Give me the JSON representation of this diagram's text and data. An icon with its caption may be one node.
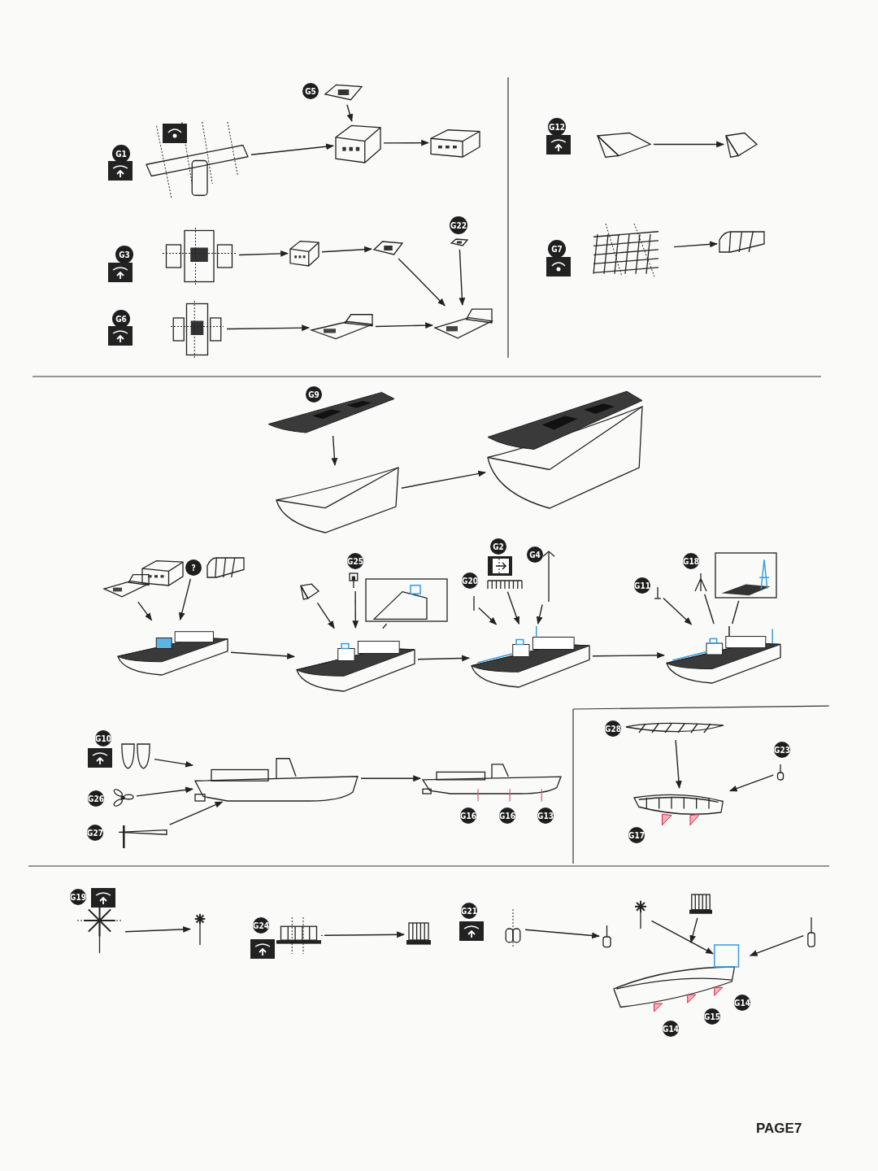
{
  "diagram": {
    "nodes": [
      {
        "text": [
          "G1"
        ]
      },
      {
        "text": [],
        "shape": "picture"
      },
      {
        "text": [],
        "shape": "picture"
      },
      {
        "text": [
          "G5"
        ]
      },
      {
        "text": [],
        "shape": "picture"
      },
      {
        "text": [],
        "shape": "picture"
      },
      {
        "text": [
          "G3"
        ]
      },
      {
        "text": [],
        "shape": "picture"
      },
      {
        "text": [],
        "shape": "picture"
      },
      {
        "text": [],
        "shape": "picture"
      },
      {
        "text": [
          "G22"
        ]
      },
      {
        "text": [],
        "shape": "picture"
      },
      {
        "text": [
          "G6"
        ]
      },
      {
        "text": [],
        "shape": "picture"
      },
      {
        "text": [],
        "shape": "picture"
      },
      {
        "text": [],
        "shape": "picture"
      },
      {
        "text": [
          "G12"
        ]
      },
      {
        "text": [],
        "shape": "picture"
      },
      {
        "text": [],
        "shape": "picture"
      },
      {
        "text": [
          "G7"
        ]
      },
      {
        "text": [],
        "shape": "picture"
      },
      {
        "text": [],
        "shape": "picture"
      },
      {
        "text": [
          "G9"
        ]
      },
      {
        "text": [],
        "shape": "picture"
      },
      {
        "text": [],
        "shape": "picture"
      },
      {
        "text": [],
        "shape": "picture"
      },
      {
        "text": [],
        "shape": "picture"
      },
      {
        "text": [],
        "shape": "picture"
      },
      {
        "text": [
          "?"
        ]
      },
      {
        "text": [],
        "shape": "picture"
      },
      {
        "text": [],
        "shape": "picture"
      },
      {
        "text": [],
        "shape": "picture"
      },
      {
        "text": [
          "G25"
        ]
      },
      {
        "text": [],
        "shape": "picture"
      },
      {
        "text": [],
        "shape": "picture"
      },
      {
        "text": [],
        "shape": "picture"
      },
      {
        "text": [
          "G2"
        ]
      },
      {
        "text": [],
        "shape": "picture"
      },
      {
        "text": [
          "G4"
        ]
      },
      {
        "text": [],
        "shape": "picture"
      },
      {
        "text": [
          "G20"
        ]
      },
      {
        "text": [],
        "shape": "picture"
      },
      {
        "text": [],
        "shape": "picture"
      },
      {
        "text": [
          "G18"
        ]
      },
      {
        "text": [],
        "shape": "picture"
      },
      {
        "text": [],
        "shape": "picture"
      },
      {
        "text": [
          "G11"
        ]
      },
      {
        "text": [],
        "shape": "picture"
      },
      {
        "text": [],
        "shape": "picture"
      },
      {
        "text": [
          "G10"
        ]
      },
      {
        "text": [],
        "shape": "picture"
      },
      {
        "text": [
          "G26"
        ]
      },
      {
        "text": [],
        "shape": "picture"
      },
      {
        "text": [
          "G27"
        ]
      },
      {
        "text": [],
        "shape": "picture"
      },
      {
        "text": [],
        "shape": "picture"
      },
      {
        "text": [],
        "shape": "picture"
      },
      {
        "text": [
          "G16"
        ]
      },
      {
        "text": [
          "G16"
        ]
      },
      {
        "text": [
          "G13"
        ]
      },
      {
        "text": [
          "G28"
        ]
      },
      {
        "text": [],
        "shape": "picture"
      },
      {
        "text": [
          "G23"
        ]
      },
      {
        "text": [],
        "shape": "picture"
      },
      {
        "text": [],
        "shape": "picture"
      },
      {
        "text": [
          "G17"
        ]
      },
      {
        "text": [
          "G19"
        ]
      },
      {
        "text": [],
        "shape": "picture"
      },
      {
        "text": [],
        "shape": "picture"
      },
      {
        "text": [
          "G24"
        ]
      },
      {
        "text": [],
        "shape": "picture"
      },
      {
        "text": [],
        "shape": "picture"
      },
      {
        "text": [
          "G21"
        ]
      },
      {
        "text": [],
        "shape": "picture"
      },
      {
        "text": [],
        "shape": "picture"
      },
      {
        "text": [],
        "shape": "picture"
      },
      {
        "text": [],
        "shape": "picture"
      },
      {
        "text": [],
        "shape": "picture"
      },
      {
        "text": [],
        "shape": "picture"
      },
      {
        "text": [
          "G14"
        ]
      },
      {
        "text": [
          "G15"
        ]
      },
      {
        "text": [
          "G14"
        ]
      }
    ],
    "edges": [
      {
        "from": 1,
        "to": 2,
        "arrow": "to"
      },
      {
        "from": 4,
        "to": 2,
        "arrow": "to"
      },
      {
        "from": 2,
        "to": 5,
        "arrow": "to"
      },
      {
        "from": 7,
        "to": 8,
        "arrow": "to"
      },
      {
        "from": 8,
        "to": 9,
        "arrow": "to"
      },
      {
        "from": 9,
        "to": 15,
        "arrow": "to"
      },
      {
        "from": 11,
        "to": 15,
        "arrow": "to"
      },
      {
        "from": 13,
        "to": 14,
        "arrow": "to"
      },
      {
        "from": 14,
        "to": 15,
        "arrow": "to"
      },
      {
        "from": 17,
        "to": 18,
        "arrow": "to"
      },
      {
        "from": 20,
        "to": 21,
        "arrow": "to"
      },
      {
        "from": 23,
        "to": 24,
        "arrow": "to"
      },
      {
        "from": 24,
        "to": 25,
        "arrow": "to"
      },
      {
        "from": 26,
        "to": 30,
        "arrow": "to"
      },
      {
        "from": 28,
        "to": 30,
        "arrow": "to"
      },
      {
        "from": 30,
        "to": 35,
        "arrow": "to"
      },
      {
        "from": 31,
        "to": 35,
        "arrow": "to"
      },
      {
        "from": 33,
        "to": 35,
        "arrow": "to"
      },
      {
        "from": 34,
        "to": 35,
        "arrow": "none"
      },
      {
        "from": 35,
        "to": 42,
        "arrow": "to"
      },
      {
        "from": 41,
        "to": 42,
        "arrow": "to"
      },
      {
        "from": 37,
        "to": 42,
        "arrow": "to"
      },
      {
        "from": 39,
        "to": 42,
        "arrow": "to"
      },
      {
        "from": 42,
        "to": 48,
        "arrow": "to"
      },
      {
        "from": 47,
        "to": 48,
        "arrow": "to"
      },
      {
        "from": 44,
        "to": 48,
        "arrow": "none"
      },
      {
        "from": 45,
        "to": 48,
        "arrow": "none"
      },
      {
        "from": 50,
        "to": 55,
        "arrow": "to"
      },
      {
        "from": 52,
        "to": 55,
        "arrow": "to"
      },
      {
        "from": 54,
        "to": 55,
        "arrow": "to"
      },
      {
        "from": 55,
        "to": 56,
        "arrow": "to"
      },
      {
        "from": 61,
        "to": 64,
        "arrow": "to"
      },
      {
        "from": 63,
        "to": 64,
        "arrow": "to"
      },
      {
        "from": 67,
        "to": 68,
        "arrow": "to"
      },
      {
        "from": 70,
        "to": 71,
        "arrow": "to"
      },
      {
        "from": 73,
        "to": 74,
        "arrow": "to"
      },
      {
        "from": 75,
        "to": 78,
        "arrow": "to"
      },
      {
        "from": 76,
        "to": 78,
        "arrow": "to"
      },
      {
        "from": 77,
        "to": 78,
        "arrow": "to"
      }
    ],
    "labels": [
      "PAGE7"
    ]
  }
}
